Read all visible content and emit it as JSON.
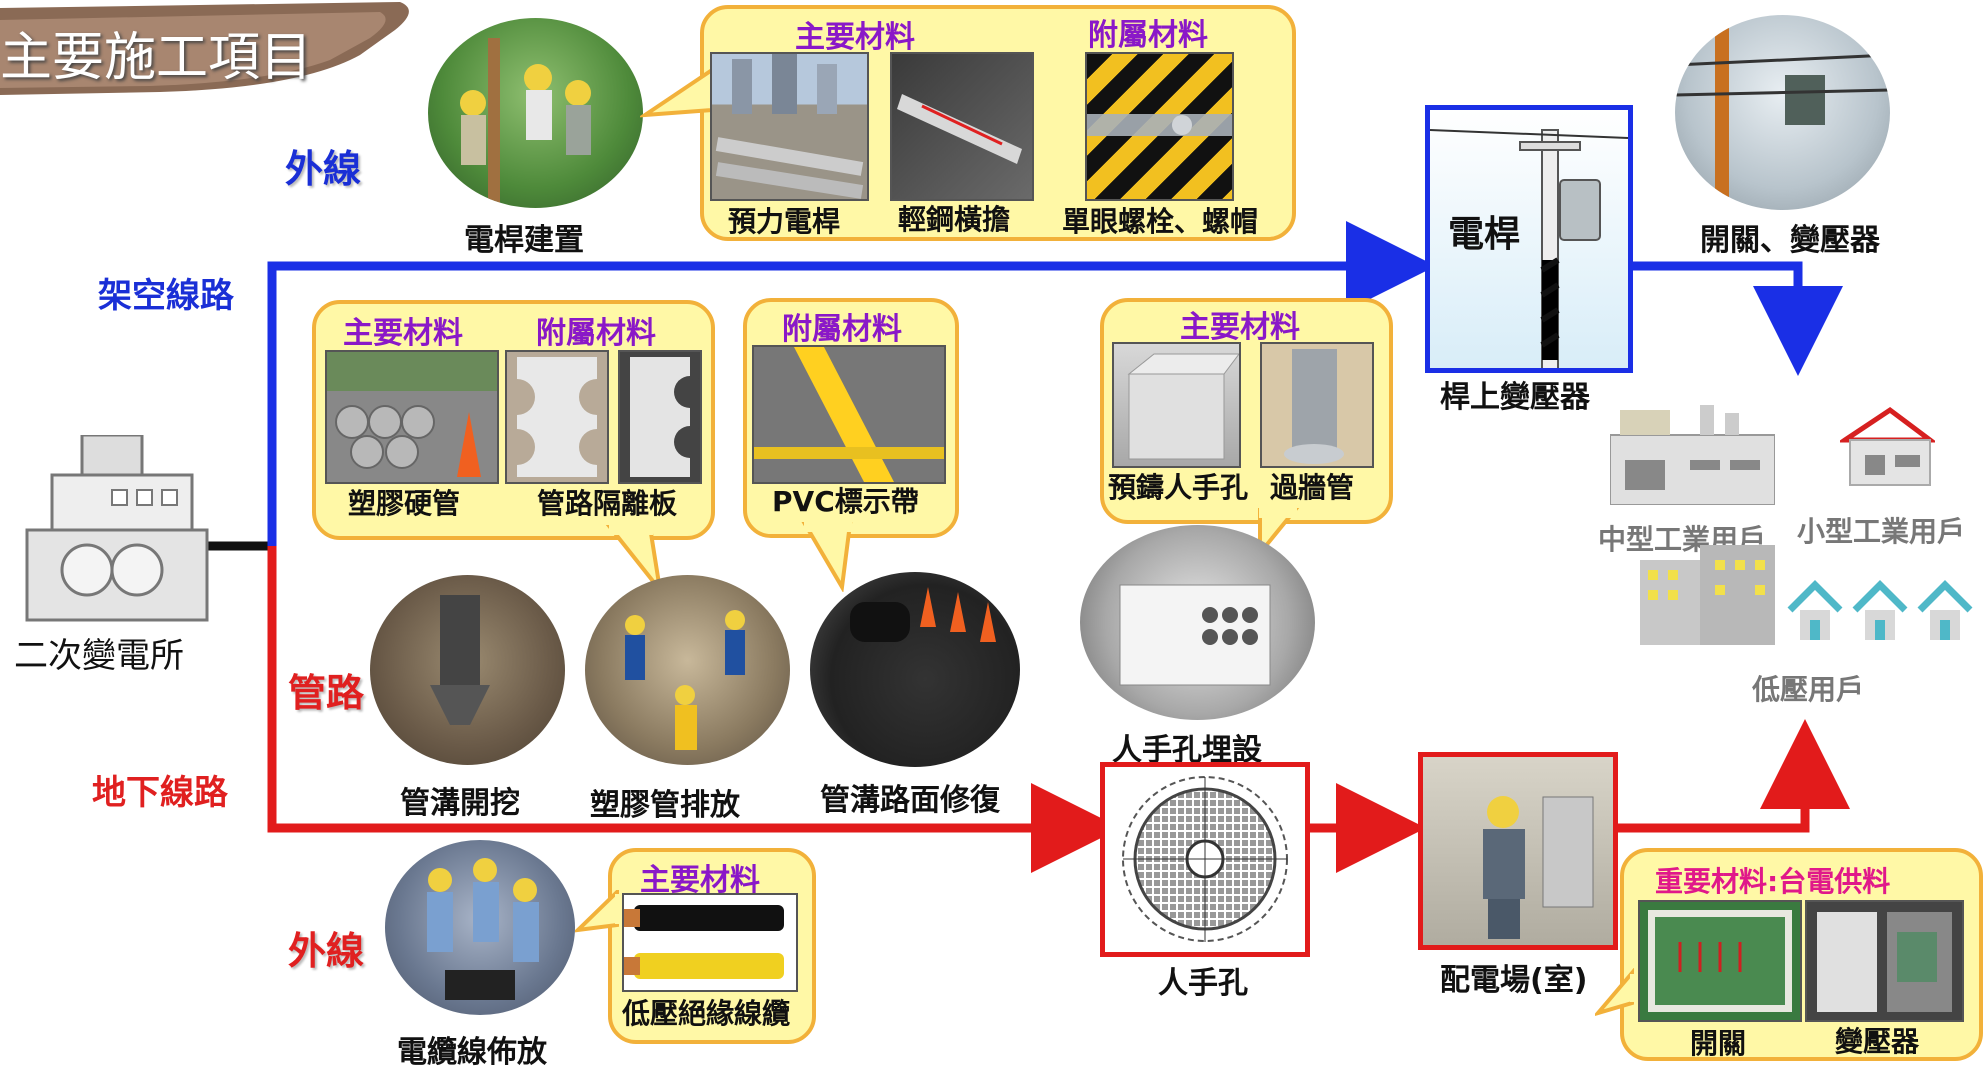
{
  "title": "主要施工項目",
  "overhead": {
    "section_label": "架空線路",
    "outer_label": "外線",
    "pole_build": "電桿建置",
    "materials_bubble": {
      "main_header": "主要材料",
      "aux_header": "附屬材料",
      "items": [
        "預力電桿",
        "輕鋼橫擔",
        "單眼螺栓、螺帽"
      ]
    },
    "pole_box_label": "電桿",
    "pole_transformer": "桿上變壓器",
    "switch_transformer": "開關、變壓器"
  },
  "substation": "二次變電所",
  "underground": {
    "section_label": "地下線路",
    "conduit_label": "管路",
    "outer_label": "外線",
    "pipe_bubble": {
      "main_header": "主要材料",
      "aux_header": "附屬材料",
      "items": [
        "塑膠硬管",
        "管路隔離板"
      ]
    },
    "pvc_bubble": {
      "aux_header": "附屬材料",
      "items": [
        "PVC標示帶"
      ]
    },
    "manhole_bubble": {
      "main_header": "主要材料",
      "items": [
        "預鑄人手孔",
        "過牆管"
      ]
    },
    "steps": [
      "管溝開挖",
      "塑膠管排放",
      "管溝路面修復",
      "人手孔埋設"
    ],
    "manhole_box": "人手孔",
    "distribution_room": "配電場(室)",
    "cable_laying": "電纜線佈放",
    "cable_bubble": {
      "main_header": "主要材料",
      "items": [
        "低壓絕緣線纜"
      ]
    },
    "taipower_bubble": {
      "header": "重要材料:台電供料",
      "items": [
        "開關",
        "變壓器"
      ]
    }
  },
  "customers": {
    "medium": "中型工業用戶",
    "small": "小型工業用戶",
    "low": "低壓用戶"
  },
  "colors": {
    "overhead": "#1a2fe6",
    "underground": "#e21b1b",
    "bubble_fill": "#fff8a6",
    "bubble_border": "#f2b13a",
    "header_text": "#8a18c8"
  }
}
